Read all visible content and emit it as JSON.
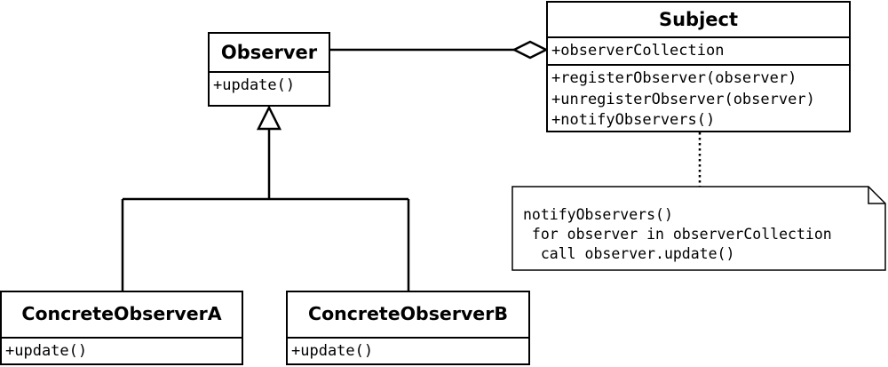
{
  "diagram": {
    "observer": {
      "name": "Observer",
      "operations": [
        "+update()"
      ]
    },
    "subject": {
      "name": "Subject",
      "attributes": [
        "+observerCollection"
      ],
      "operations": [
        "+registerObserver(observer)",
        "+unregisterObserver(observer)",
        "+notifyObservers()"
      ]
    },
    "concrete_a": {
      "name": "ConcreteObserverA",
      "operations": [
        "+update()"
      ]
    },
    "concrete_b": {
      "name": "ConcreteObserverB",
      "operations": [
        "+update()"
      ]
    },
    "note": {
      "lines": [
        "notifyObservers()",
        " for observer in observerCollection",
        "  call observer.update()"
      ]
    },
    "relations": [
      {
        "from": "Subject",
        "to": "Observer",
        "kind": "aggregation"
      },
      {
        "from": "ConcreteObserverA",
        "to": "Observer",
        "kind": "generalization"
      },
      {
        "from": "ConcreteObserverB",
        "to": "Observer",
        "kind": "generalization"
      },
      {
        "from": "note",
        "to": "Subject",
        "kind": "anchor"
      }
    ]
  }
}
